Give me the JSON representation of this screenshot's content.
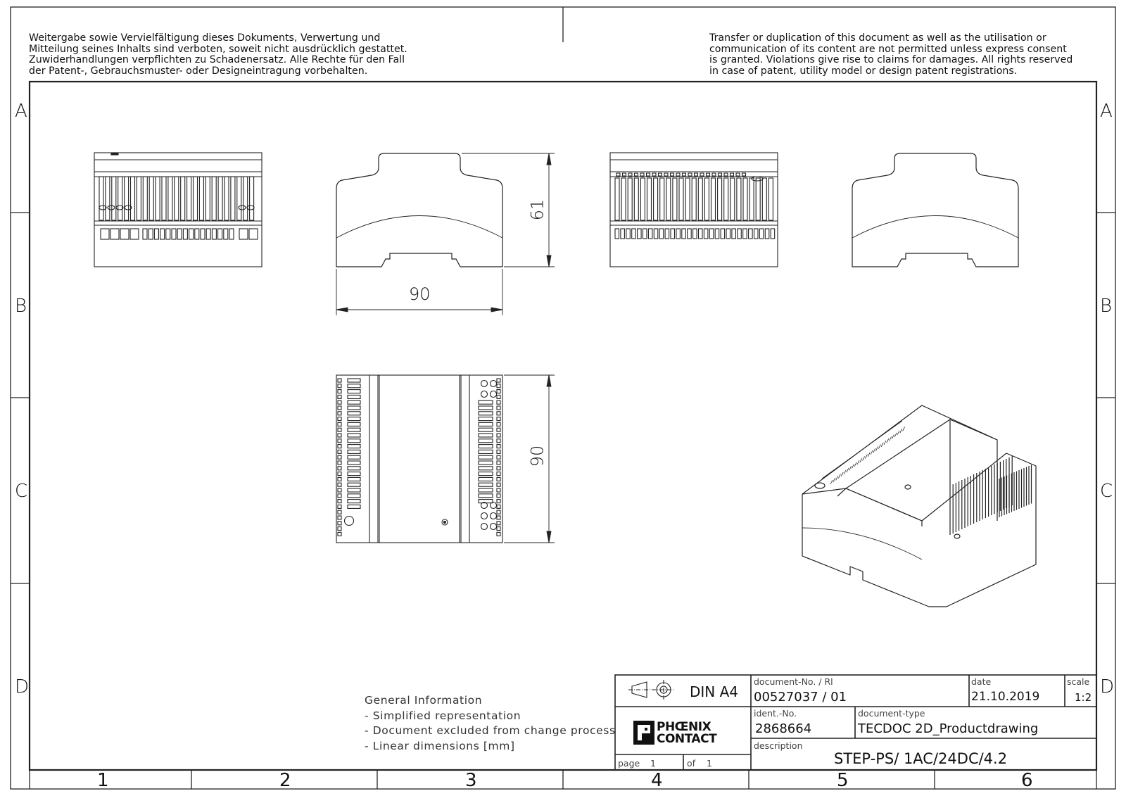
{
  "notice": {
    "de": [
      "Weitergabe sowie Vervielfältigung dieses Dokuments, Verwertung und",
      "Mitteilung seines Inhalts sind verboten, soweit nicht ausdrücklich gestattet.",
      "Zuwiderhandlungen verpflichten zu Schadenersatz. Alle Rechte für den Fall",
      "der Patent-, Gebrauchsmuster- oder Designeintragung vorbehalten."
    ],
    "en": [
      "Transfer or duplication of this document as well as the utilisation or",
      "communication of its content are not permitted unless express consent",
      "is granted. Violations give rise to claims for damages. All rights reserved",
      "in case of patent, utility model or design patent registrations."
    ]
  },
  "zones": {
    "rows": [
      "A",
      "B",
      "C",
      "D"
    ],
    "columns": [
      "1",
      "2",
      "3",
      "4",
      "5",
      "6"
    ]
  },
  "dimensions": {
    "side_width": "90",
    "side_height": "61",
    "top_depth": "90"
  },
  "general_info": {
    "title": "General Information",
    "items": [
      "- Simplified representation",
      "- Document excluded from change process",
      "- Linear dimensions [mm]"
    ]
  },
  "title_block": {
    "format": "DIN A4",
    "document_no_label": "document-No. / Rl",
    "document_no": "00527037 / 01",
    "date_label": "date",
    "date": "21.10.2019",
    "scale_label": "scale",
    "scale": "1:2",
    "ident_label": "ident.-No.",
    "ident": "2868664",
    "doctype_label": "document-type",
    "doctype": "TECDOC 2D_Productdrawing",
    "description_label": "description",
    "description": "STEP-PS/ 1AC/24DC/4.2",
    "page_label": "page",
    "page": "1",
    "of_label": "of",
    "of": "1",
    "logo_line1": "PHŒNIX",
    "logo_line2": "CONTACT",
    "projection_icon": "third-angle-projection-icon"
  }
}
